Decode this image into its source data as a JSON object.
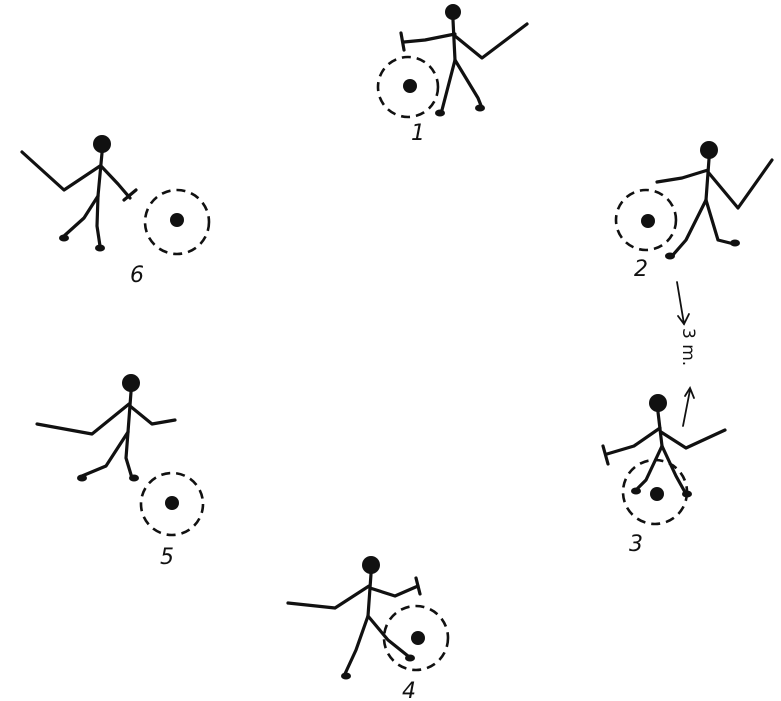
{
  "diagram": {
    "players": [
      {
        "label": "1"
      },
      {
        "label": "2"
      },
      {
        "label": "3"
      },
      {
        "label": "4"
      },
      {
        "label": "5"
      },
      {
        "label": "6"
      }
    ],
    "distance_label": "3 m."
  }
}
